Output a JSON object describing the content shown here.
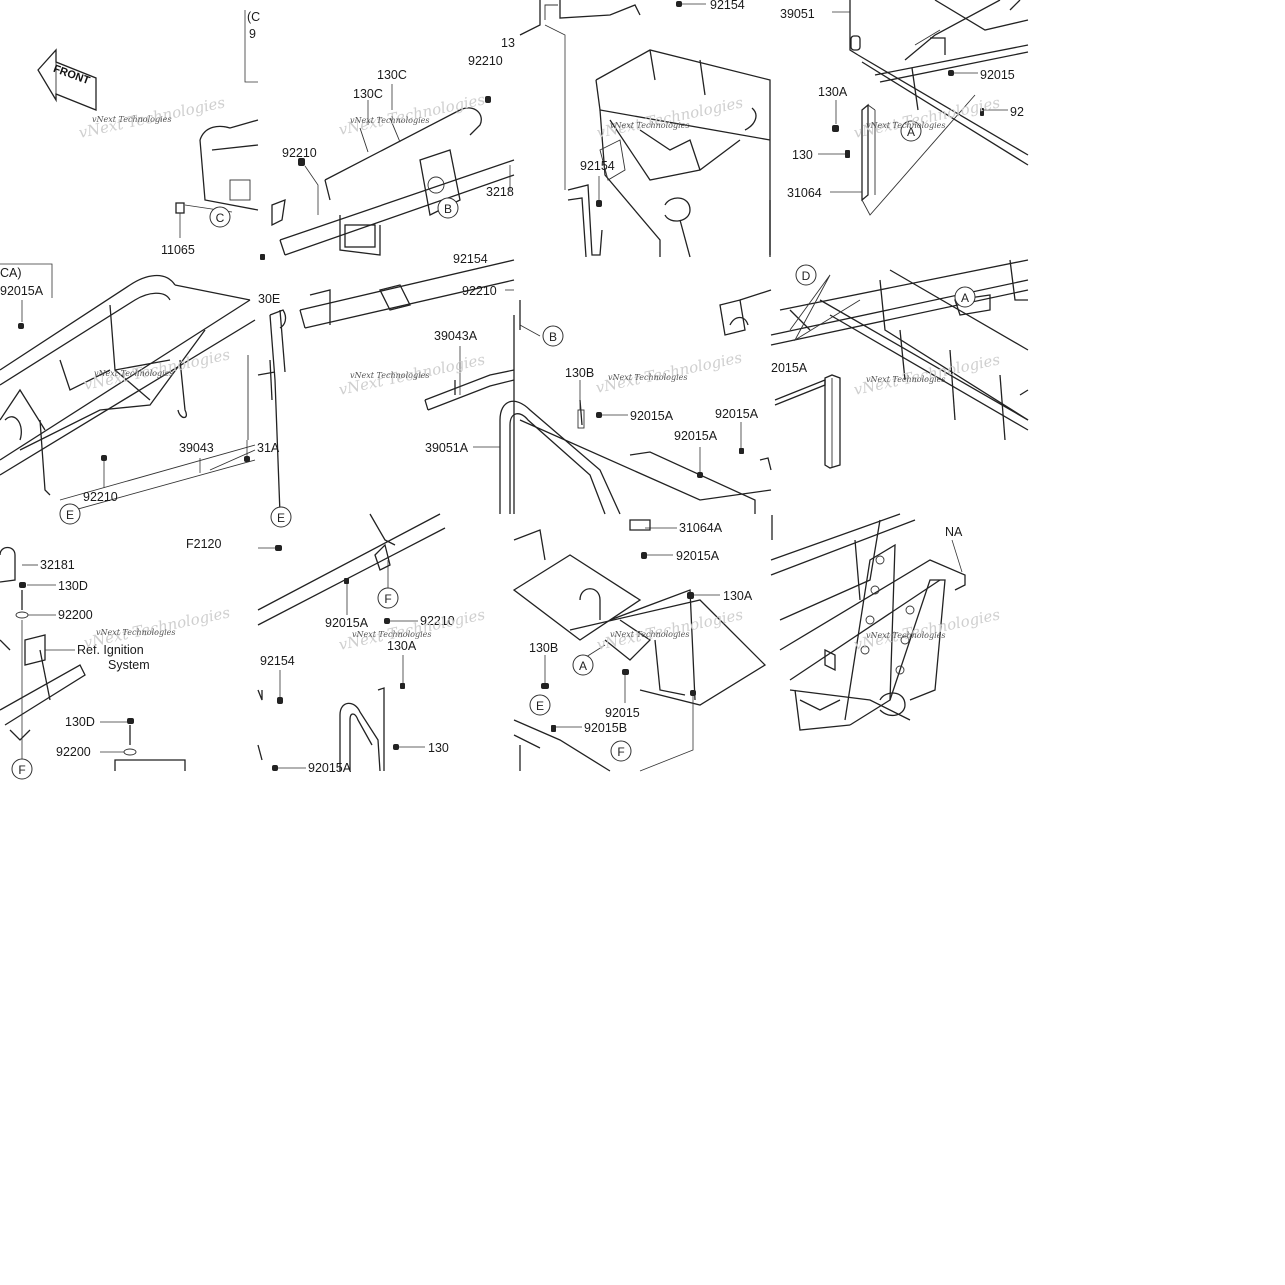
{
  "diagram": {
    "front_arrow": "FRONT",
    "figure_code": "F2120",
    "watermark": "vNext Technologies",
    "reference_text": [
      "Ref. Ignition",
      "System"
    ]
  },
  "part_labels": [
    "130C",
    "130C",
    "92210",
    "92210",
    "13",
    "3218",
    "92154",
    "92154",
    "39051",
    "92015",
    "130A",
    "92",
    "130",
    "31064",
    "11065",
    "(C",
    "9",
    "CA)",
    "92015A",
    "30E",
    "92154",
    "92210",
    "39043A",
    "130B",
    "92015A",
    "92015A",
    "92015A",
    "39051A",
    "39043",
    "31A",
    "92210",
    "2015A",
    "32181",
    "130D",
    "92200",
    "130D",
    "92200",
    "92015A",
    "92210",
    "92154",
    "130A",
    "130",
    "92015A",
    "31064A",
    "92015A",
    "130A",
    "130B",
    "92015",
    "92015B",
    "NA"
  ],
  "callouts": [
    "C",
    "B",
    "A",
    "D",
    "A",
    "B",
    "E",
    "F",
    "F",
    "A",
    "E",
    "F",
    "E"
  ]
}
